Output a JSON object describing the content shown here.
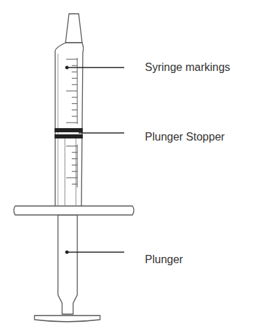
{
  "diagram": {
    "labels": [
      "Syringe markings",
      "Plunger Stopper",
      "Plunger"
    ]
  }
}
